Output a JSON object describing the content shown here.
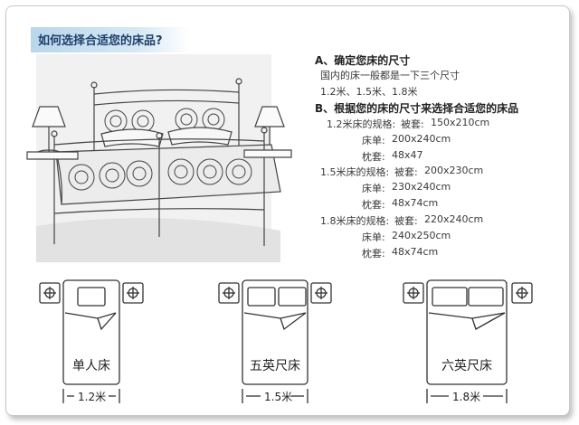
{
  "header": {
    "title": "如何选择合适您的床品?"
  },
  "section_a": {
    "heading": "A、确定您床的尺寸",
    "line1": "国内的床一般都是一下三个尺寸",
    "line2": "1.2米、1.5米、1.8米"
  },
  "section_b": {
    "heading": "B、根据您的床的尺寸来选择合适您的床品",
    "groups": [
      {
        "size_label": "1.2米床的规格:",
        "rows": [
          {
            "key": "被套:",
            "value": "150x210cm"
          },
          {
            "key": "床单:",
            "value": "200x240cm"
          },
          {
            "key": "枕套:",
            "value": "48x47"
          }
        ]
      },
      {
        "size_label": "1.5米床的规格:",
        "rows": [
          {
            "key": "被套:",
            "value": "200x230cm"
          },
          {
            "key": "床单:",
            "value": "230x240cm"
          },
          {
            "key": "枕套:",
            "value": "48x74cm"
          }
        ]
      },
      {
        "size_label": "1.8米床的规格:",
        "rows": [
          {
            "key": "被套:",
            "value": "220x240cm"
          },
          {
            "key": "床单:",
            "value": "240x250cm"
          },
          {
            "key": "枕套:",
            "value": "48x74cm"
          }
        ]
      }
    ]
  },
  "beds": [
    {
      "name": "单人床",
      "width": "1.2米"
    },
    {
      "name": "五英尺床",
      "width": "1.5米"
    },
    {
      "name": "六英尺床",
      "width": "1.8米"
    }
  ],
  "colors": {
    "header_band": "#c4dcee",
    "header_text": "#1f3f6b",
    "line": "#444444"
  }
}
